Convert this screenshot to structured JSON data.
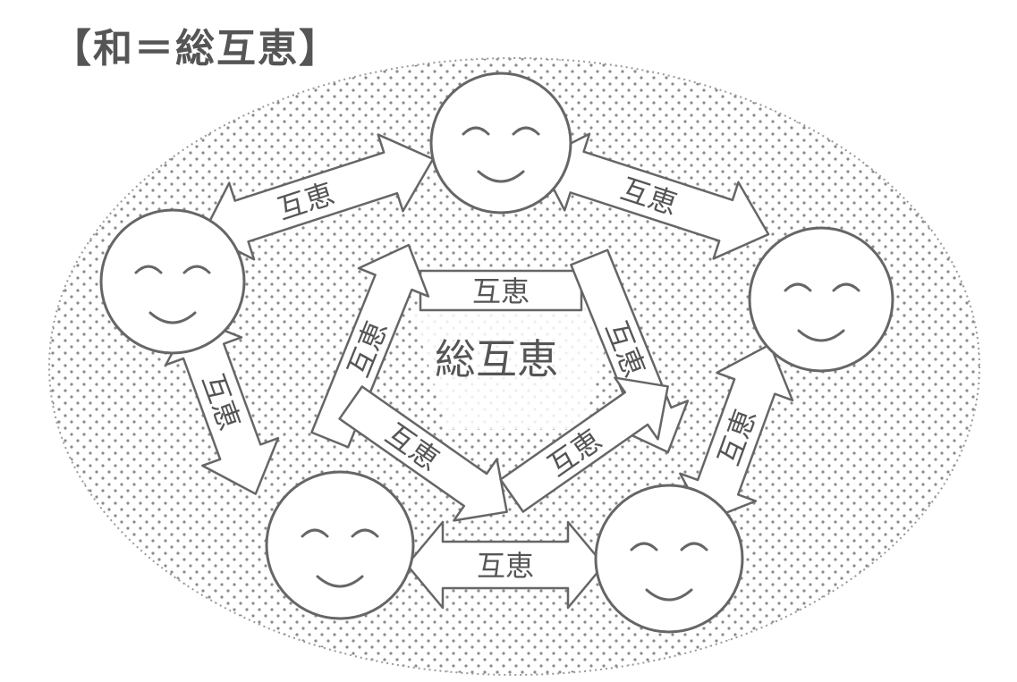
{
  "title": "【和＝総互恵】",
  "center_label": "総互恵",
  "arrow_label": "互恵",
  "colors": {
    "line": "#666666",
    "dots": "#8a8a8a",
    "background": "#ffffff"
  },
  "faces": [
    {
      "name": "face-top",
      "expression": "smile"
    },
    {
      "name": "face-left",
      "expression": "smile"
    },
    {
      "name": "face-right",
      "expression": "smile"
    },
    {
      "name": "face-bottom-left",
      "expression": "smile"
    },
    {
      "name": "face-bottom-right",
      "expression": "smile"
    }
  ],
  "arrows": [
    {
      "name": "arrow-top-left",
      "label": "互恵"
    },
    {
      "name": "arrow-top-right",
      "label": "互恵"
    },
    {
      "name": "arrow-left-bottom",
      "label": "互恵"
    },
    {
      "name": "arrow-right-bottom",
      "label": "互恵"
    },
    {
      "name": "arrow-bottom",
      "label": "互恵"
    },
    {
      "name": "arrow-inner-top",
      "label": "互恵"
    },
    {
      "name": "arrow-inner-left",
      "label": "互恵"
    },
    {
      "name": "arrow-inner-right",
      "label": "互恵"
    },
    {
      "name": "arrow-inner-bottom-left",
      "label": "互恵"
    },
    {
      "name": "arrow-inner-bottom-right",
      "label": "互恵"
    }
  ]
}
